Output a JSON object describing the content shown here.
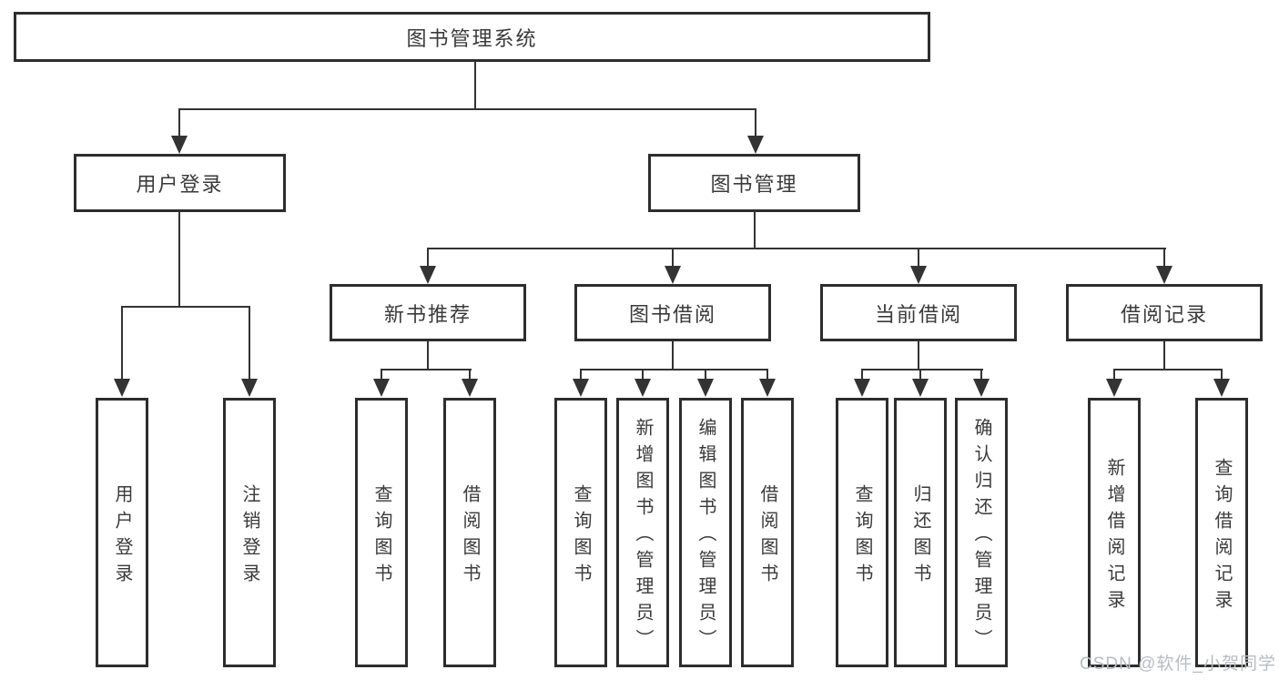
{
  "tree": {
    "root": {
      "label": "图书管理系统",
      "children": [
        {
          "label": "用户登录",
          "children": [
            {
              "label": "用户登录"
            },
            {
              "label": "注销登录"
            }
          ]
        },
        {
          "label": "图书管理",
          "children": [
            {
              "label": "新书推荐",
              "children": [
                {
                  "label": "查询图书"
                },
                {
                  "label": "借阅图书"
                }
              ]
            },
            {
              "label": "图书借阅",
              "children": [
                {
                  "label": "查询图书"
                },
                {
                  "label": "新增图书（管理员）"
                },
                {
                  "label": "编辑图书（管理员）"
                },
                {
                  "label": "借阅图书"
                }
              ]
            },
            {
              "label": "当前借阅",
              "children": [
                {
                  "label": "查询图书"
                },
                {
                  "label": "归还图书"
                },
                {
                  "label": "确认归还（管理员）"
                }
              ]
            },
            {
              "label": "借阅记录",
              "children": [
                {
                  "label": "新增借阅记录"
                },
                {
                  "label": "查询借阅记录"
                }
              ]
            }
          ]
        }
      ]
    }
  },
  "watermark": {
    "text": "CSDN @软件_小贺同学",
    "color": "#b7bcc2"
  },
  "colors": {
    "line": "#333333",
    "border": "#2d2d2d",
    "text": "#3a3a3a",
    "background": "#ffffff"
  }
}
